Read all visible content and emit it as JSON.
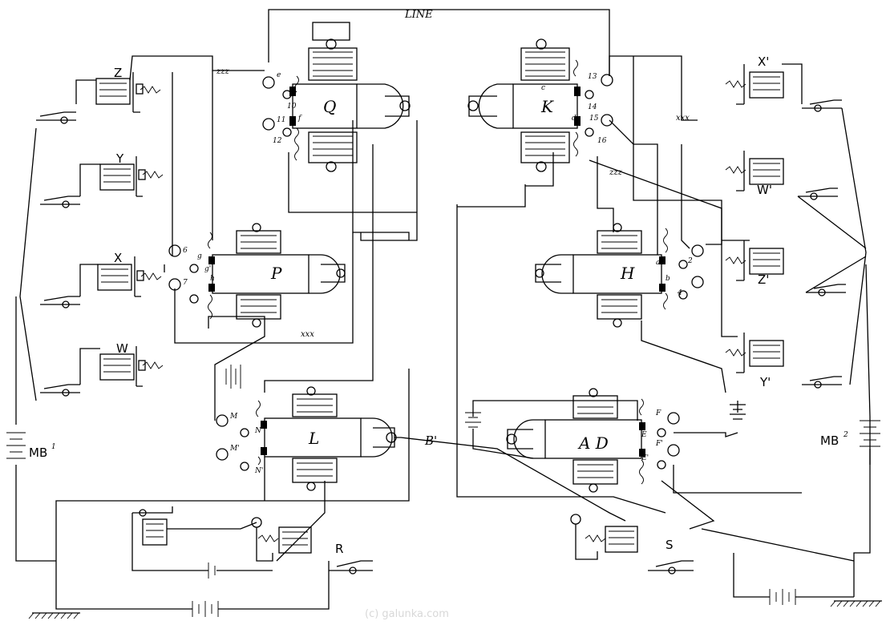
{
  "diagram": {
    "line_label": "LINE",
    "relays": {
      "Q": {
        "label": "Q",
        "terminals": [
          "e",
          "10",
          "11",
          "f",
          "12"
        ]
      },
      "K": {
        "label": "K",
        "terminals": [
          "c",
          "c",
          "13",
          "14",
          "d",
          "15",
          "16"
        ]
      },
      "P": {
        "label": "P",
        "terminals": [
          "6",
          "g",
          "7",
          "h",
          "g'"
        ]
      },
      "H": {
        "label": "H",
        "terminals": [
          "a",
          "b",
          "2",
          "4"
        ]
      },
      "L": {
        "label": "L",
        "terminals": [
          "M",
          "N",
          "M'",
          "N'"
        ]
      },
      "AD": {
        "label": "A D",
        "terminals": [
          "F",
          "E",
          "F'",
          "E'"
        ]
      }
    },
    "sounders_left": [
      "Z",
      "Y",
      "X",
      "W"
    ],
    "sounders_right": [
      "X'",
      "W'",
      "Z'",
      "Y'"
    ],
    "wire_marks": {
      "zzz_left": "zzz",
      "zzz_right": "zzz",
      "xxx_right": "xxx",
      "xxx_left": "xxx"
    },
    "batteries": {
      "mb1": "MB",
      "mb1_sup": "1",
      "mb2": "MB",
      "mb2_sup": "2",
      "b_prime": "B'"
    },
    "keys": {
      "r": "R",
      "s": "S"
    }
  },
  "watermark": "(c) galunka.com"
}
